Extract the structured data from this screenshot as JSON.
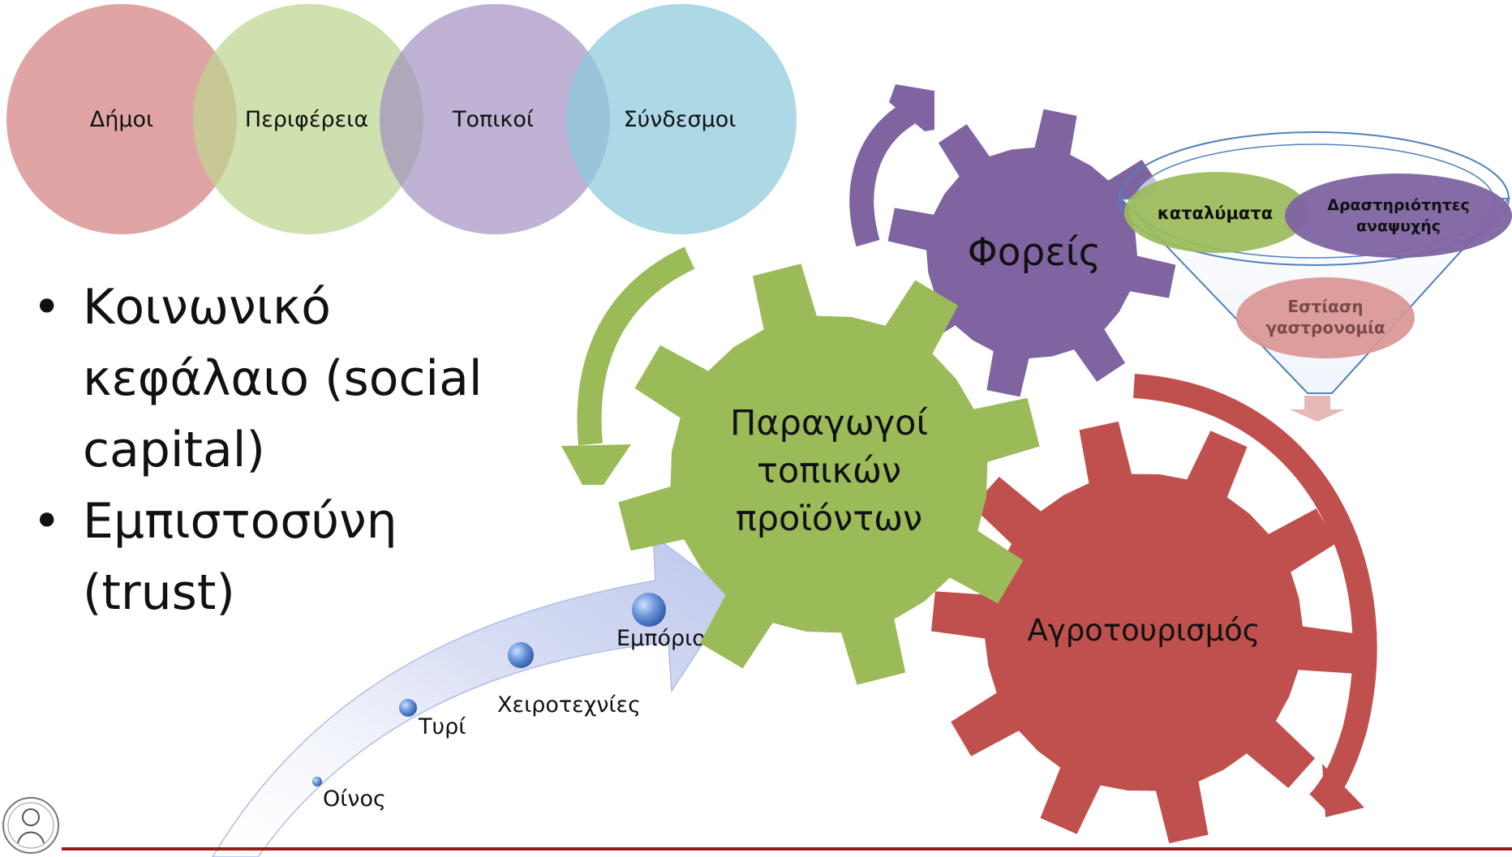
{
  "venn": {
    "circles": [
      {
        "label": "Δήμοι",
        "color": "#d98b8b"
      },
      {
        "label": "Περιφέρεια",
        "color": "#bcd590"
      },
      {
        "label": "Τοπικοί",
        "color": "#a08ec0"
      },
      {
        "label": "Σύνδεσμοι",
        "color": "#8ccadb"
      }
    ]
  },
  "bullets": [
    {
      "marker": "•",
      "text": "Κοινωνικό κεφάλαιο (social capital)"
    },
    {
      "marker": "•",
      "text": "Εμπιστοσύνη (trust)"
    }
  ],
  "gears": {
    "center": {
      "line1": "Παραγωγοί",
      "line2": "τοπικών",
      "line3": "προϊόντων",
      "color": "#9bbb59"
    },
    "top": {
      "label": "Φορείς",
      "color": "#8064a2"
    },
    "right": {
      "label": "Αγροτουρισμός",
      "color": "#c0504d"
    }
  },
  "funnel": {
    "items": [
      {
        "label": "καταλύματα",
        "color": "#9bbb59"
      },
      {
        "label_line1": "Δραστηριότητες",
        "label_line2": "αναψυχής",
        "color": "#8064a2"
      },
      {
        "label_line1": "Εστίαση",
        "label_line2": "γαστρονομία",
        "color": "#d99694"
      }
    ],
    "outline_color": "#4f81bd"
  },
  "growth_arrow": {
    "steps": [
      "Οίνος",
      "Τυρί",
      "Χειροτεχνίες",
      "Εμπόριο"
    ],
    "color": "#c6cff0"
  },
  "footer": {
    "line_color": "#9b1b1b"
  }
}
